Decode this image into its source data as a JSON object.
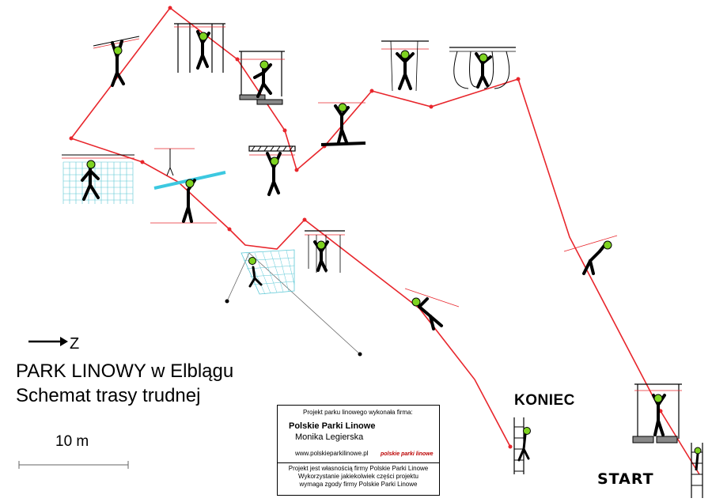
{
  "title": {
    "line1": "PARK LINOWY w Elblągu",
    "line2": "Schemat trasy trudnej"
  },
  "scale": {
    "label": "10 m"
  },
  "compass": {
    "label": "Z"
  },
  "route_labels": {
    "end": "KONIEC",
    "start": "START"
  },
  "company_box": {
    "made_by": "Projekt parku linowego wykonała firma:",
    "firm_name": "Polskie Parki Linowe",
    "firm_person": "Monika Legierska",
    "website": "www.polskieparkilinowe.pl",
    "logo_text": "polskie parki linowe",
    "ownership_lines": [
      "Projekt jest własnością firmy Polskie Parki Linowe",
      "Wykorzystanie jakiekolwiek części projektu",
      "wymaga zgody firmy Polskie Parki Linowe"
    ]
  },
  "colors": {
    "route": "#e8262c",
    "ink": "#000000",
    "helmet": "#7ed321",
    "net": "#5bc8d6",
    "beam": "#3cc8e0",
    "logo_red": "#d0021b",
    "logo_blue": "#3aa0e0"
  },
  "icons": {
    "compass": "arrow-right-icon",
    "obstacle": "climber-figure-icon"
  }
}
